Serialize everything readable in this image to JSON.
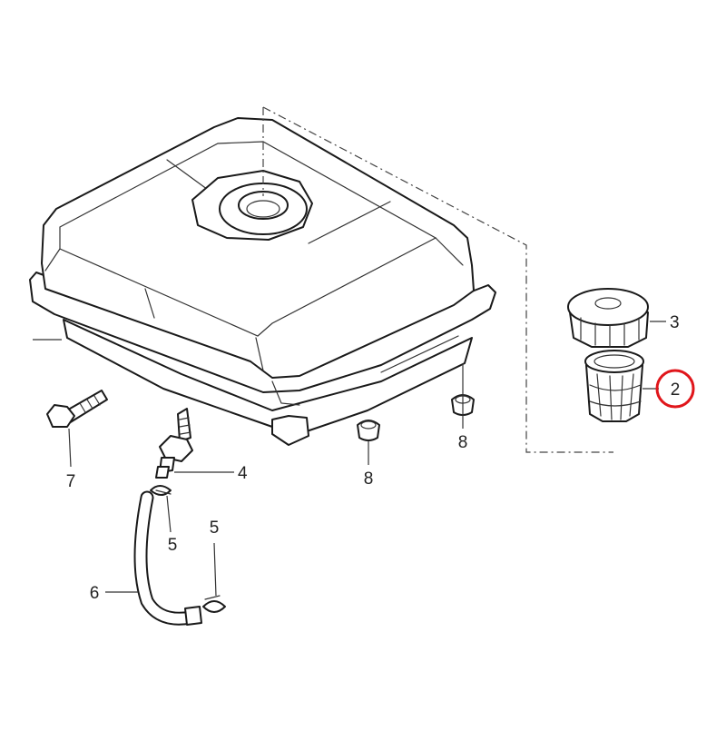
{
  "diagram": {
    "callouts": [
      {
        "id": "label-2",
        "text": "2",
        "highlighted": true
      },
      {
        "id": "label-3",
        "text": "3"
      },
      {
        "id": "label-4",
        "text": "4"
      },
      {
        "id": "label-5a",
        "text": "5"
      },
      {
        "id": "label-5b",
        "text": "5"
      },
      {
        "id": "label-6",
        "text": "6"
      },
      {
        "id": "label-7",
        "text": "7"
      },
      {
        "id": "label-8a",
        "text": "8"
      },
      {
        "id": "label-8b",
        "text": "8"
      }
    ],
    "highlight_color": "#e0161b"
  }
}
